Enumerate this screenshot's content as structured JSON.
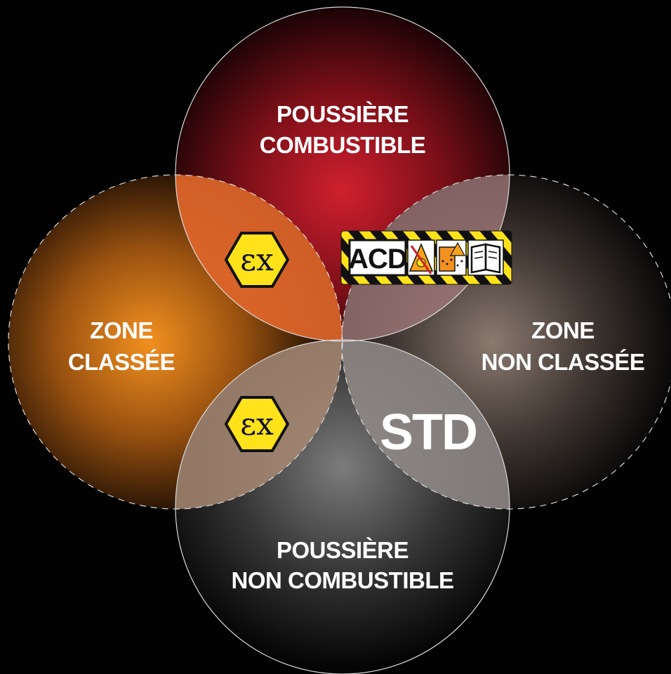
{
  "diagram": {
    "top": {
      "line1": "POUSSIÈRE",
      "line2": "COMBUSTIBLE"
    },
    "left": {
      "line1": "ZONE",
      "line2": "CLASSÉE"
    },
    "right": {
      "line1": "ZONE",
      "line2": "NON CLASSÉE"
    },
    "bottom": {
      "line1": "POUSSIÈRE",
      "line2": "NON COMBUSTIBLE"
    },
    "std_label": "STD",
    "ex_label": "εx",
    "acd_label": "ACD",
    "colors": {
      "combustible": "#d0202e",
      "classified": "#f29020",
      "non_classified": "#8a7a70",
      "non_combustible": "#7c7c7c",
      "ex_yellow": "#ffe21a"
    }
  }
}
